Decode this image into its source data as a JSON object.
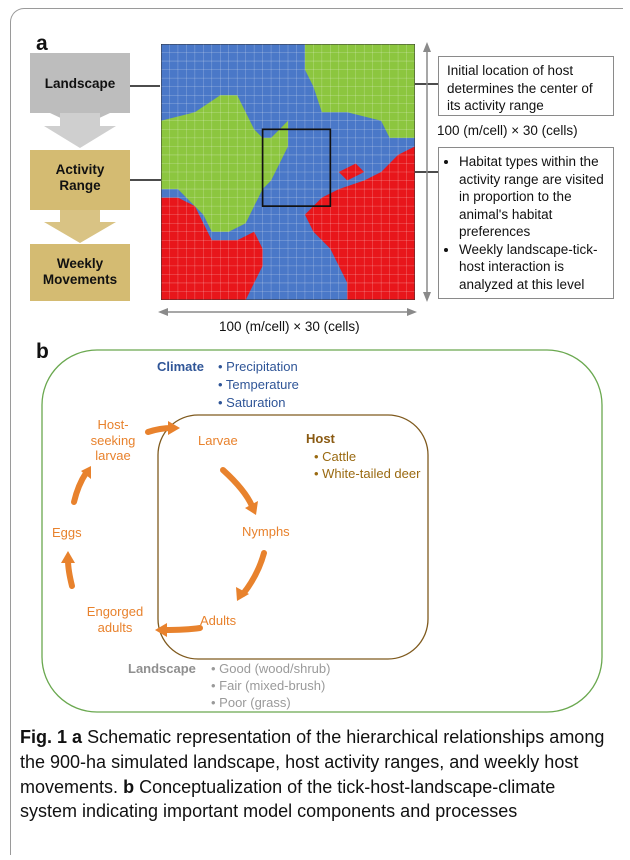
{
  "panel_a": {
    "label": "a",
    "steps": [
      "Landscape",
      "Activity\nRange",
      "Weekly\nMovements"
    ],
    "callout_top": "Initial location of host determines the center of its activity range",
    "callout_bottom": [
      "Habitat types within the activity range are visited in proportion to the animal's habitat preferences",
      "Weekly landscape-tick-host interaction is analyzed at this level"
    ],
    "dim_vertical": "100 (m/cell) × 30 (cells)",
    "dim_horizontal": "100 (m/cell) × 30 (cells)",
    "colors": {
      "wood": "#4a78c8",
      "shrub": "#8cc63f",
      "grass": "#e8161b",
      "landscape_box": "#bdbdbd",
      "activity_box": "#d4bb72"
    }
  },
  "panel_b": {
    "label": "b",
    "climate": {
      "title": "Climate",
      "items": [
        "• Precipitation",
        "• Temperature",
        "• Saturation"
      ]
    },
    "host": {
      "title": "Host",
      "items": [
        "• Cattle",
        "• White-tailed deer"
      ]
    },
    "landscape": {
      "title": "Landscape",
      "items": [
        "• Good (wood/shrub)",
        "• Fair (mixed-brush)",
        "• Poor (grass)"
      ]
    },
    "stages": {
      "host_seeking": "Host-\nseeking\nlarvae",
      "larvae": "Larvae",
      "nymphs": "Nymphs",
      "adults": "Adults",
      "engorged": "Engorged\nadults",
      "eggs": "Eggs"
    },
    "colors": {
      "climate_border": "#6aa84f",
      "host_border": "#7f5a1e",
      "arrow": "#e8822d"
    }
  },
  "caption": {
    "fig": "Fig. 1",
    "a_label": "a",
    "a_text": "Schematic representation of the hierarchical relationships among the 900-ha simulated landscape, host activity ranges, and weekly host movements.",
    "b_label": "b",
    "b_text": "Conceptualization of the tick-host-landscape-climate system indicating important model components and processes"
  }
}
